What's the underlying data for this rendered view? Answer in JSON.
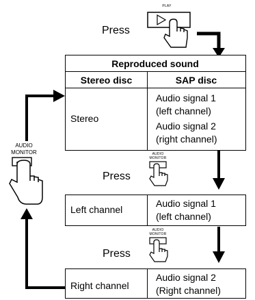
{
  "play_button": {
    "label": "PLAY"
  },
  "steps": [
    {
      "press_label": "Press"
    },
    {
      "press_label": "Press"
    },
    {
      "press_label": "Press"
    }
  ],
  "audio_monitor_side": {
    "label_line1": "AUDIO",
    "label_line2": "MONITOR"
  },
  "audio_monitor_small": {
    "label_line1": "AUDIO",
    "label_line2": "MONITOR"
  },
  "table": {
    "title": "Reproduced sound",
    "headers": [
      "Stereo disc",
      "SAP disc"
    ],
    "rows": [
      {
        "stereo": "Stereo",
        "sap": [
          "Audio signal 1",
          "(left channel)",
          "Audio signal 2",
          "(right channel)"
        ]
      },
      {
        "stereo": "Left channel",
        "sap": [
          "Audio signal 1",
          "(left channel)"
        ]
      },
      {
        "stereo": "Right channel",
        "sap": [
          "Audio signal 2",
          "(Right channel)"
        ]
      }
    ]
  }
}
